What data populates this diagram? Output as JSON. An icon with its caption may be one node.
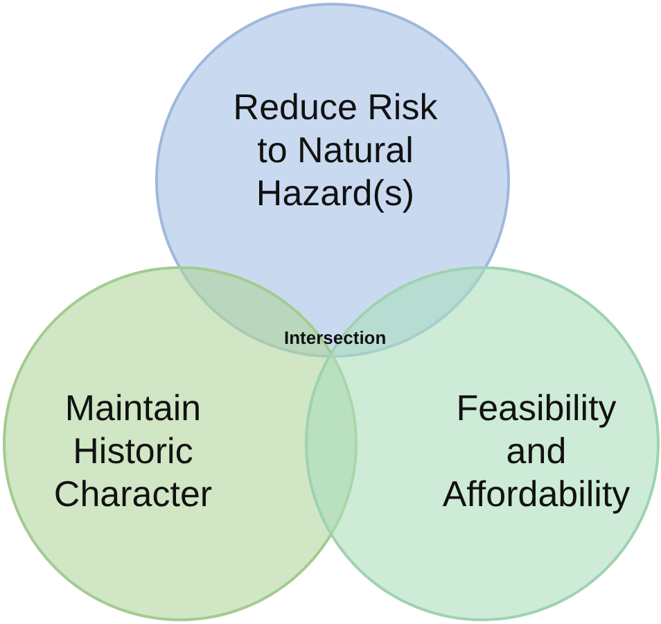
{
  "diagram": {
    "nodes": [
      {
        "text": [
          "Reduce Risk to Natural Hazard(s)"
        ]
      },
      {
        "text": [
          "Maintain Historic Character"
        ]
      },
      {
        "text": [
          "Feasibility and Affordability"
        ]
      }
    ],
    "labels": [
      "Intersection"
    ]
  }
}
